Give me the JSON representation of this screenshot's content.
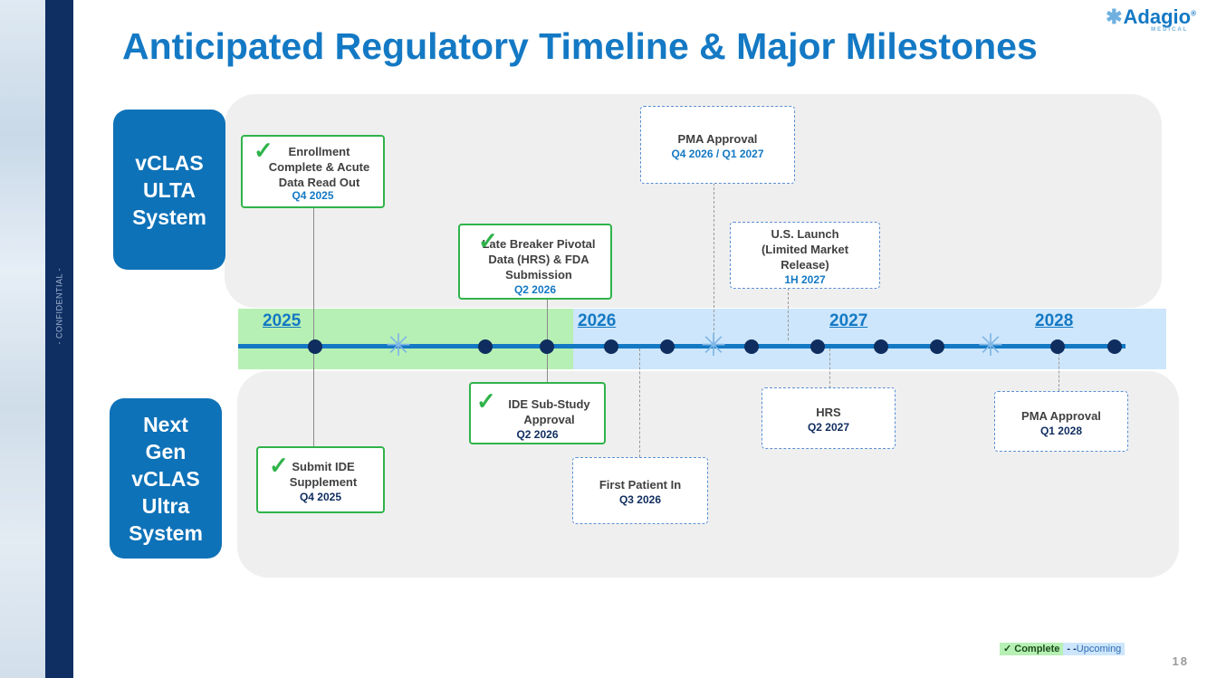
{
  "slide": {
    "title": "Anticipated Regulatory Timeline & Major Milestones",
    "confidential": "- CONFIDENTIAL -",
    "page_number": "18",
    "logo": {
      "name": "Adagio",
      "sub": "MEDICAL",
      "tm": "®"
    }
  },
  "rows": {
    "top_system": "vCLAS ULTA System",
    "bottom_system": "Next Gen vCLAS Ultra System"
  },
  "years": [
    "2025",
    "2026",
    "2027",
    "2028"
  ],
  "milestones": {
    "enrollment": {
      "label": "Enrollment Complete & Acute Data Read Out",
      "date": "Q4 2025",
      "status": "complete"
    },
    "late_breaker": {
      "label": "Late Breaker Pivotal Data (HRS) & FDA Submission",
      "date": "Q2 2026",
      "status": "complete"
    },
    "pma_top": {
      "label": "PMA Approval",
      "date": "Q4 2026 / Q1 2027",
      "status": "upcoming"
    },
    "us_launch": {
      "label": "U.S. Launch (Limited Market Release)",
      "date": "1H 2027",
      "status": "upcoming"
    },
    "submit_ide": {
      "label": "Submit IDE Supplement",
      "date": "Q4 2025",
      "status": "complete"
    },
    "ide_substudy": {
      "label": "IDE Sub-Study Approval",
      "date": "Q2 2026",
      "status": "complete"
    },
    "first_patient": {
      "label": "First Patient In",
      "date": "Q3 2026",
      "status": "upcoming"
    },
    "hrs": {
      "label": "HRS",
      "date": "Q2 2027",
      "status": "upcoming"
    },
    "pma_bottom": {
      "label": "PMA Approval",
      "date": "Q1 2028",
      "status": "upcoming"
    }
  },
  "legend": {
    "complete": "✓ Complete",
    "upcoming_mark": "- -",
    "upcoming": "Upcoming"
  },
  "colors": {
    "accent": "#1479c4",
    "complete": "#2fb34a",
    "navy": "#0f2d5f"
  },
  "icons": {
    "check": "check-icon",
    "snowflake": "snowflake-icon"
  }
}
